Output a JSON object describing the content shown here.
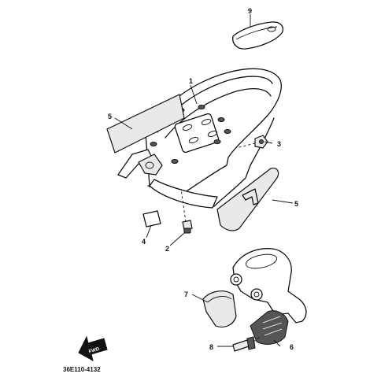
{
  "diagram": {
    "callouts": [
      {
        "id": "c1",
        "label": "1"
      },
      {
        "id": "c2",
        "label": "2"
      },
      {
        "id": "c3",
        "label": "3"
      },
      {
        "id": "c4",
        "label": "4"
      },
      {
        "id": "c5a",
        "label": "5"
      },
      {
        "id": "c5b",
        "label": "5"
      },
      {
        "id": "c6",
        "label": "6"
      },
      {
        "id": "c7",
        "label": "7"
      },
      {
        "id": "c8",
        "label": "8"
      },
      {
        "id": "c9",
        "label": "9"
      }
    ],
    "arrow_label": "FWD",
    "drawing_code": "36E110-4132"
  }
}
